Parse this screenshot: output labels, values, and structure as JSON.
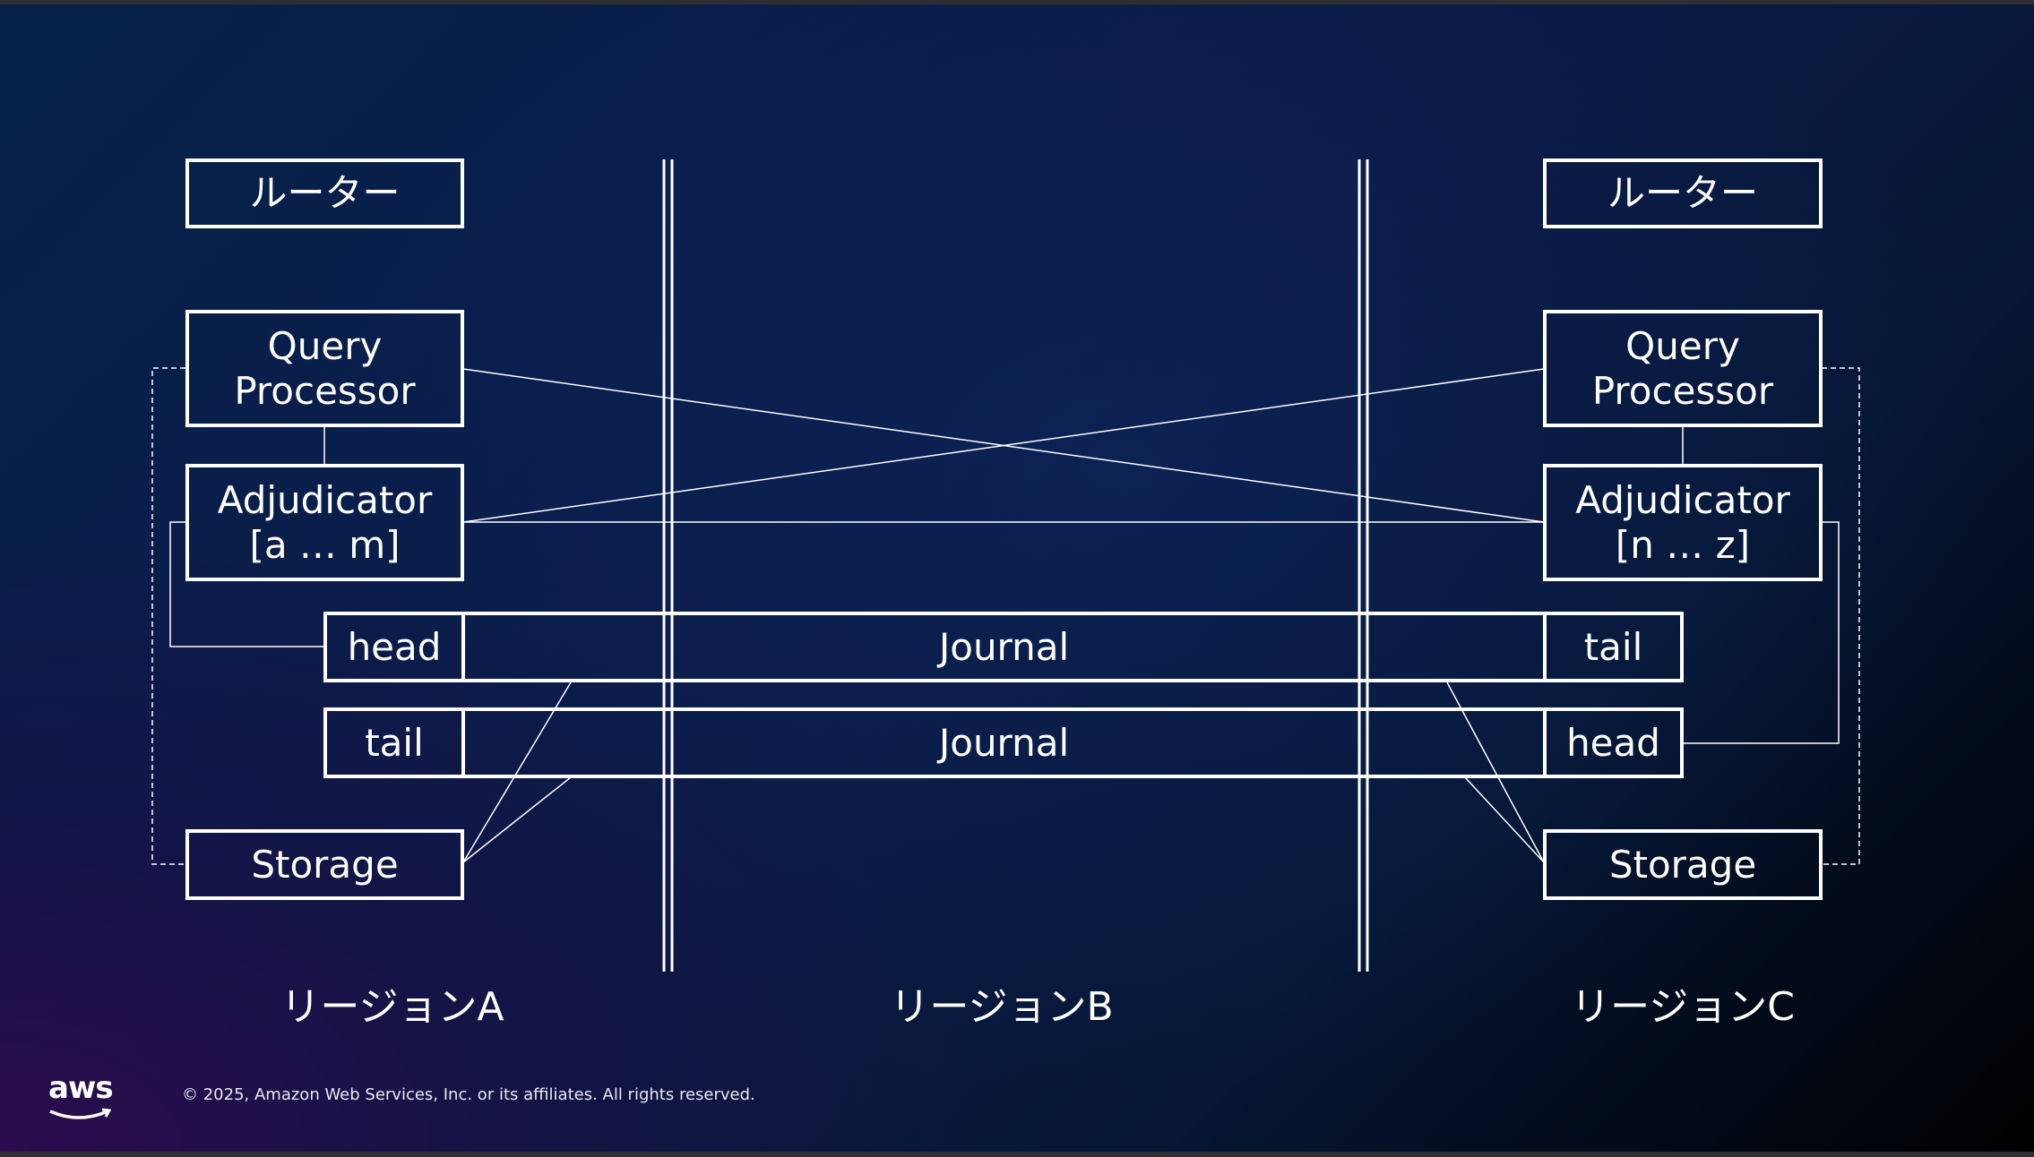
{
  "diagram": {
    "left": {
      "router": "ルーター",
      "query_processor": "Query\nProcessor",
      "adjudicator": "Adjudicator\n[a … m]",
      "storage": "Storage"
    },
    "right": {
      "router": "ルーター",
      "query_processor": "Query\nProcessor",
      "adjudicator": "Adjudicator\n[n … z]",
      "storage": "Storage"
    },
    "journal_top": {
      "left_cell": "head",
      "center": "Journal",
      "right_cell": "tail"
    },
    "journal_bottom": {
      "left_cell": "tail",
      "center": "Journal",
      "right_cell": "head"
    },
    "regions": [
      "リージョンA",
      "リージョンB",
      "リージョンC"
    ]
  },
  "footer": {
    "logo_text": "aws",
    "copyright": "© 2025, Amazon Web Services, Inc. or its affiliates. All rights reserved."
  },
  "colors": {
    "line": "#ffffff",
    "background_dark": "#000000",
    "background_navy": "#0a1d4a",
    "accent_purple": "#2e0a4e"
  }
}
